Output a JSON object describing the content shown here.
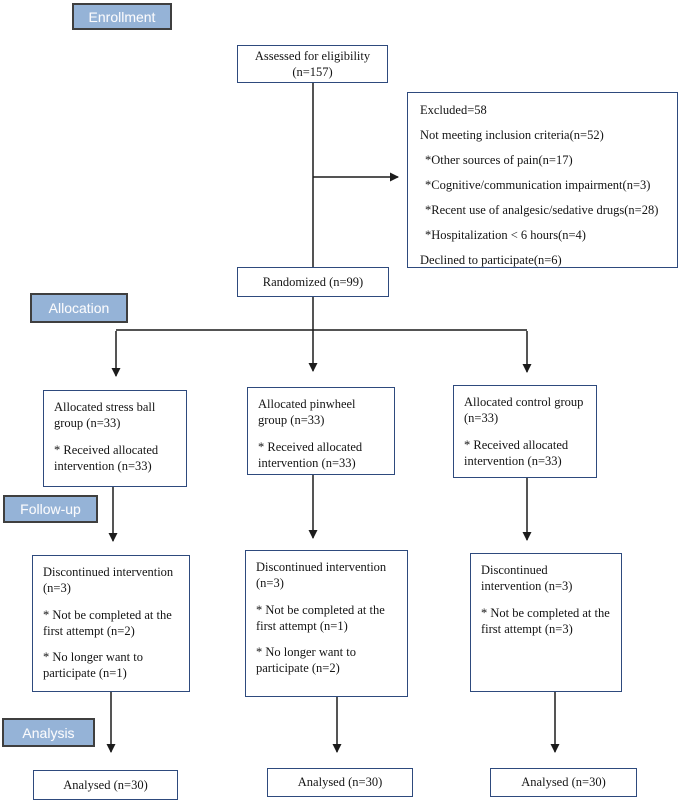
{
  "figure": {
    "type": "CONSORT participant flow diagram"
  },
  "stages": {
    "enrollment": "Enrollment",
    "allocation": "Allocation",
    "followup": "Follow-up",
    "analysis": "Analysis"
  },
  "boxes": {
    "assessed": {
      "line1": "Assessed for eligibility",
      "line2": "(n=157)"
    },
    "excluded": {
      "lines": [
        "Excluded=58",
        "Not meeting inclusion criteria(n=52)",
        "*Other sources of pain(n=17)",
        "*Cognitive/communication impairment(n=3)",
        "*Recent use of analgesic/sedative drugs(n=28)",
        "*Hospitalization < 6 hours(n=4)",
        "Declined to participate(n=6)"
      ]
    },
    "randomized": {
      "label": "Randomized (n=99)"
    },
    "allocated_stress_ball": {
      "title": "Allocated stress ball group (n=33)",
      "detail": "* Received allocated intervention (n=33)"
    },
    "allocated_pinwheel": {
      "title": "Allocated pinwheel group (n=33)",
      "detail": "* Received allocated intervention (n=33)"
    },
    "allocated_control": {
      "title": "Allocated control group (n=33)",
      "detail": "* Received allocated intervention (n=33)"
    },
    "discontinued_stress_ball": {
      "title": "Discontinued intervention (n=3)",
      "detail1": "* Not be completed at the first attempt (n=2)",
      "detail2": "* No longer want to participate (n=1)"
    },
    "discontinued_pinwheel": {
      "title": "Discontinued intervention (n=3)",
      "detail1": "* Not be completed at the first attempt (n=1)",
      "detail2": "* No longer want to participate (n=2)"
    },
    "discontinued_control": {
      "title": "Discontinued intervention (n=3)",
      "detail1": "* Not be completed at the first attempt (n=3)"
    },
    "analysed_stress_ball": {
      "label": "Analysed (n=30)"
    },
    "analysed_pinwheel": {
      "label": "Analysed (n=30)"
    },
    "analysed_control": {
      "label": "Analysed (n=30)"
    }
  },
  "colors": {
    "badge_fill": "#95b3d7",
    "badge_border": "#3f3f3f",
    "badge_text": "#fbfbfd",
    "box_border": "#2e4a7d",
    "connector": "#1c1c1c",
    "background": "#ffffff"
  }
}
